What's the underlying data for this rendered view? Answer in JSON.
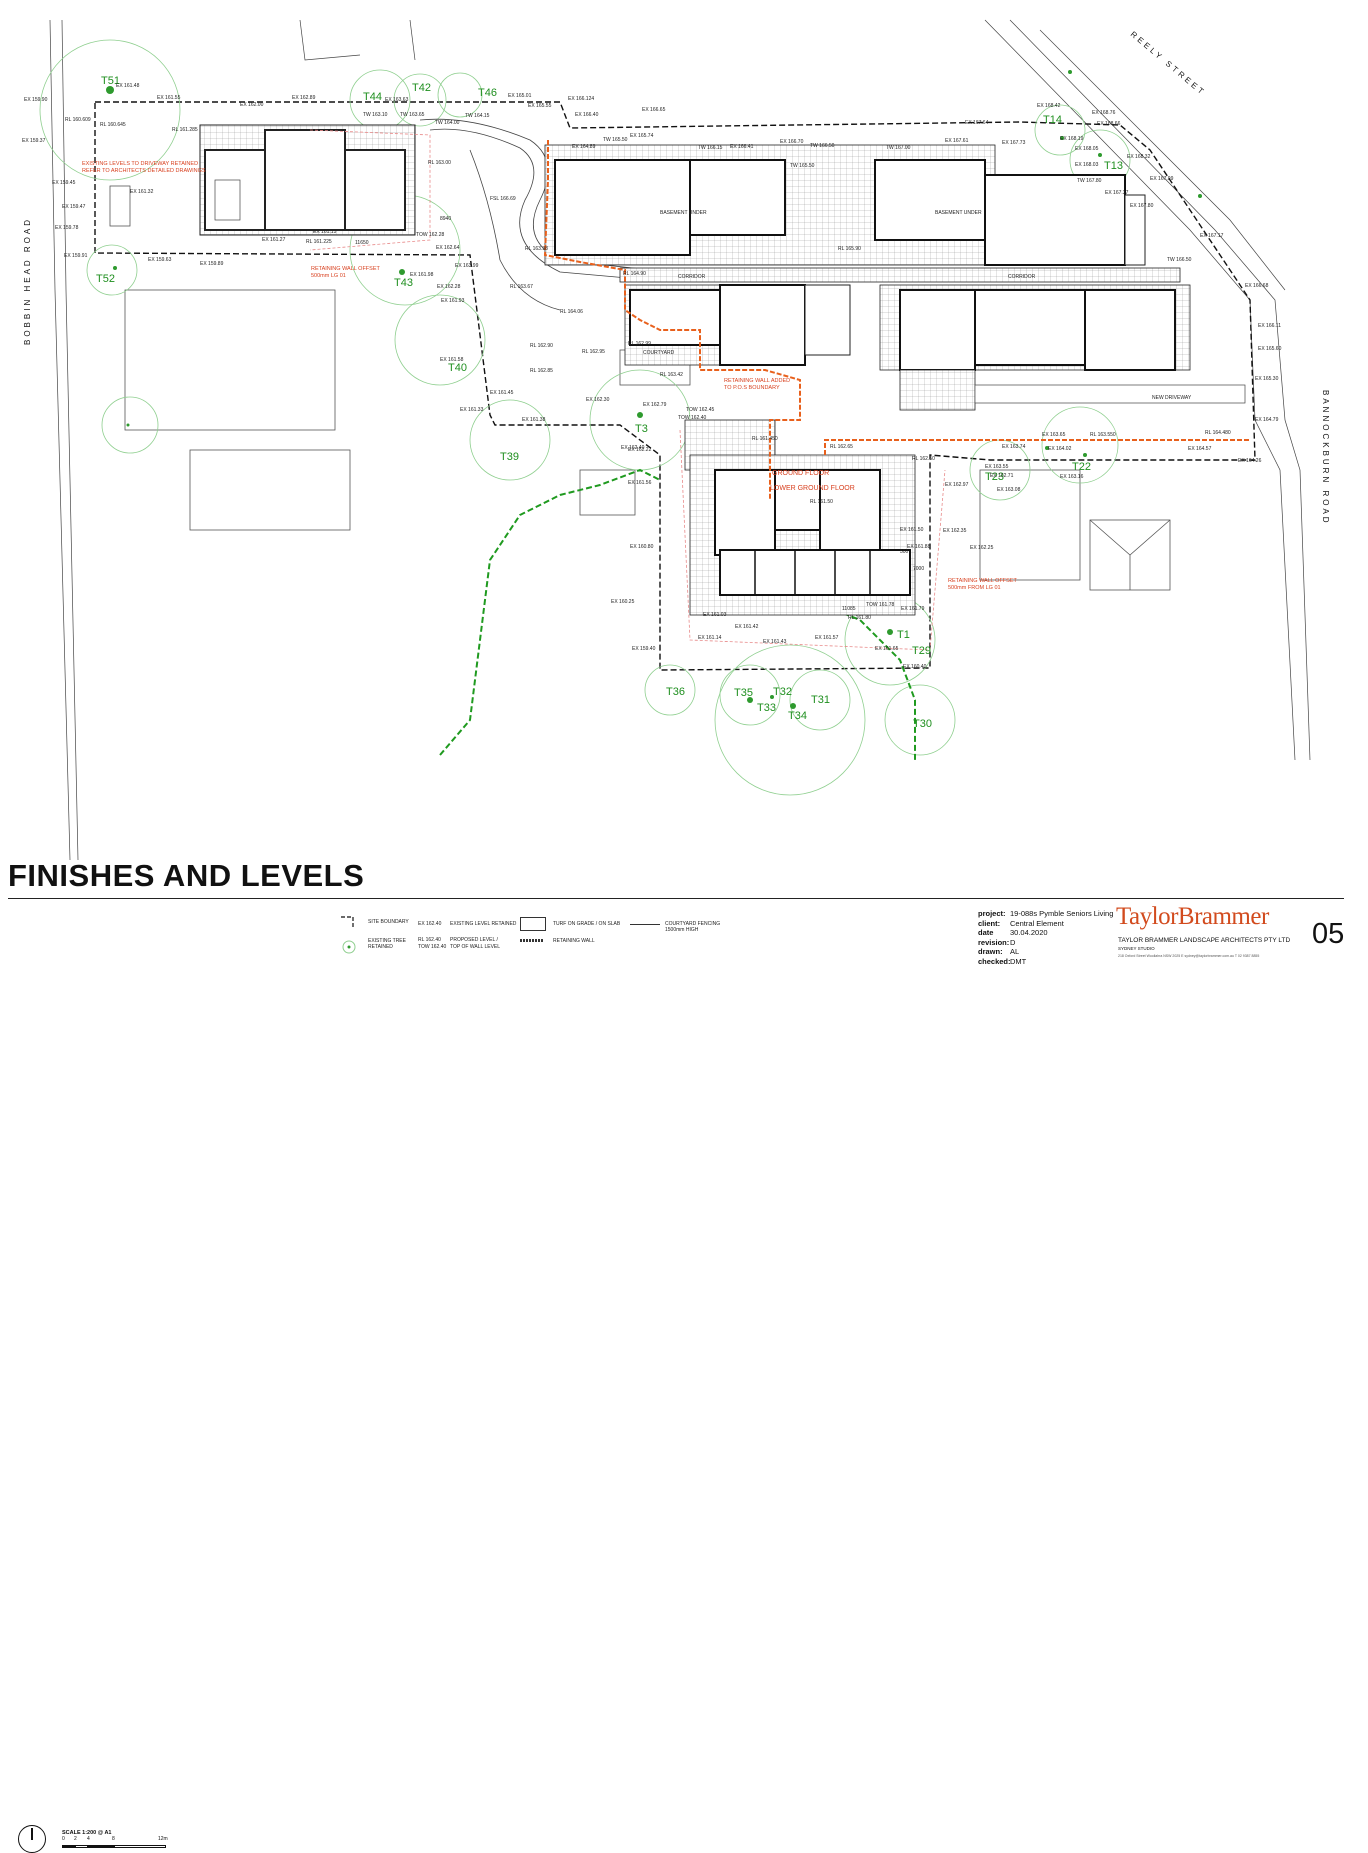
{
  "sheet_title": "FINISHES AND LEVELS",
  "streets": {
    "north_east": "REELY STREET",
    "west": "BOBBIN HEAD ROAD",
    "east": "BANNOCKBURN ROAD"
  },
  "trees": [
    "T51",
    "T44",
    "T42",
    "T46",
    "T14",
    "T13",
    "T52",
    "T43",
    "T40",
    "T3",
    "T39",
    "T23",
    "T22",
    "T1",
    "T29",
    "T36",
    "T35",
    "T32",
    "T33",
    "T34",
    "T31",
    "T30"
  ],
  "plan_notes": {
    "existing_levels": "EXISTING LEVELS TO DRIVEWAY RETAINED",
    "refer_architects": "REFER TO ARCHITECTS DETAILED DRAWINGS",
    "retaining_offset_1": "RETAINING WALL OFFSET",
    "retaining_offset_1b": "500mm LG 01",
    "retaining_added": "RETAINING WALL ADDED",
    "retaining_added_b": "TO P.O.S BOUNDARY",
    "ground_floor": "GROUND FLOOR",
    "lower_ground_floor": "LOWER GROUND FLOOR",
    "retaining_offset_2": "RETAINING WALL OFFSET",
    "retaining_offset_2b": "500mm FROM LG 01",
    "basement_under_1": "BASEMENT UNDER",
    "basement_under_2": "BASEMENT UNDER",
    "corridor_1": "CORRIDOR",
    "corridor_2": "CORRIDOR",
    "new_driveway": "NEW DRIVEWAY",
    "courtyard": "COURTYARD",
    "dim_8940": "8940",
    "dim_11650": "11650",
    "dim_11085": "11085",
    "dim_500": "500",
    "dim_7000": "7000"
  },
  "levels": {
    "a": "EX 159.90",
    "b": "EX 161.48",
    "c": "EX 161.55",
    "d": "EX 162.00",
    "e": "EX 162.89",
    "f": "EX 163.63",
    "g": "EX 165.01",
    "h": "EX 166.124",
    "i": "EX 166.40",
    "j": "EX 166.65",
    "k": "EX 168.42",
    "l": "EX 168.76",
    "m": "EX 167.64",
    "n": "EX 167.61",
    "o": "EX 167.73",
    "p": "EX 168.32",
    "q": "EX 167.99",
    "r": "EX 167.37",
    "s": "EX 167.80",
    "t": "EX 167.17",
    "u": "EX 166.68",
    "v": "EX 166.11",
    "w": "EX 165.60",
    "x": "EX 165.30",
    "y": "EX 164.79",
    "z": "EX 164.57",
    "aa": "EX 164.26",
    "ab": "EX 163.74",
    "ac": "EX 164.02",
    "ad": "EX 163.16",
    "ae": "EX 163.08",
    "af": "EX 162.97",
    "ag": "EX 162.35",
    "ah": "EX 162.25",
    "ai": "EX 161.79",
    "aj": "EX 160.40",
    "ak": "EX 161.65",
    "al": "EX 161.57",
    "am": "EX 161.43",
    "an": "EX 161.42",
    "ao": "EX 161.14",
    "ap": "EX 161.03",
    "aq": "EX 159.40",
    "ar": "EX 160.25",
    "as": "EX 160.80",
    "at": "EX 161.56",
    "au": "EX 162.40",
    "av": "EX 162.79",
    "aw": "EX 162.30",
    "ax": "EX 161.38",
    "ay": "EX 161.33",
    "az": "EX 161.45",
    "ba": "EX 161.58",
    "bb": "EX 161.93",
    "bc": "EX 162.28",
    "bd": "EX 161.98",
    "be": "EX 162.64",
    "bf": "EX 163.99",
    "bg": "EX 159.63",
    "bh": "EX 159.89",
    "bi": "EX 159.91",
    "bj": "EX 159.78",
    "bk": "EX 159.47",
    "bl": "EX 159.45",
    "bm": "EX 159.37",
    "bn": "EX 161.32",
    "bo": "EX 161.27",
    "bp": "EX 161.15",
    "bq": "RL 161.225",
    "br": "RL 161.285",
    "bs": "RL 160.645",
    "bt": "RL 160.609",
    "bu": "RL 163.00",
    "bv": "RL 162.90",
    "bw": "RL 162.85",
    "bx": "RL 162.95",
    "by": "RL 163.42",
    "bz": "RL 161.450",
    "ca": "RL 162.65",
    "cb": "RL 162.50",
    "cc": "RL 161.50",
    "cd": "RL 161.80",
    "ce": "RL 163.550",
    "cf": "RL 164.480",
    "cg": "RL 165.90",
    "ch": "RL 164.90",
    "ci": "TOW 162.45",
    "cj": "TOW 162.40",
    "ck": "TOW 161.78",
    "cl": "TW 167.00",
    "cm": "TW 166.50",
    "cn": "TW 165.50",
    "co": "TW 165.50",
    "cp": "TW 166.15",
    "cq": "TW 163.10",
    "cr": "TW 163.65",
    "cs": "TW 164.00",
    "ct": "TW 164.15",
    "cu": "TW 167.80",
    "cv": "TW 166.50",
    "cw": "TOW 162.28",
    "cx": "EX 165.74",
    "cy": "EX 164.89",
    "cz": "EX 166.41",
    "da": "EX 166.70",
    "db": "EX 165.55",
    "dc": "FSL 166.69",
    "dd": "RL 163.67",
    "de": "RL 163.38",
    "df": "RL 164.06",
    "dg": "EX 168.19",
    "dh": "EX 168.66",
    "di": "EX 168.05",
    "dj": "EX 168.03",
    "dk": "EX 161.50",
    "dl": "EX 163.55",
    "dm": "EX 163.65",
    "dn": "EX 162.71",
    "do": "RL 162.99",
    "dp": "EX 161.88",
    "dq": "EX 162.22"
  },
  "legend": {
    "site_boundary": "SITE BOUNDARY",
    "existing_tree": "EXISTING TREE",
    "existing_tree_b": "RETAINED",
    "existing_level_code": "EX 162.40",
    "existing_level": "EXISTING LEVEL RETAINED",
    "proposed_level_code": "RL 162.40",
    "proposed_level_code_b": "TOW 162.40",
    "proposed_level": "PROPOSED LEVEL /",
    "proposed_level_b": "TOP OF WALL LEVEL",
    "turf": "TURF ON GRADE / ON SLAB",
    "retaining_wall": "RETAINING WALL",
    "fencing": "COURTYARD FENCING",
    "fencing_b": "1500mm HIGH",
    "scale": "SCALE 1:200 @ A1",
    "scale_ticks": [
      "0",
      "2",
      "4",
      "8",
      "12m"
    ]
  },
  "project_info": {
    "project_k": "project:",
    "project_v": "19-088s Pymble Seniors Living",
    "client_k": "client:",
    "client_v": "Central Element",
    "date_k": "date",
    "date_v": "30.04.2020",
    "revision_k": "revision:",
    "revision_v": "D",
    "drawn_k": "drawn:",
    "drawn_v": "AL",
    "checked_k": "checked:",
    "checked_v": "DMT"
  },
  "firm": {
    "logo": "TaylorBrammer",
    "name": "TAYLOR BRAMMER LANDSCAPE ARCHITECTS PTY LTD",
    "city": "SYDNEY STUDIO",
    "small": "218 Oxford Street Woollahra NSW 2025    E sydney@taylorbrammer.com.au    T 02 9387 8855"
  },
  "sheet_number": "05",
  "colors": {
    "tree": "#2e9a2e",
    "tree_canopy": "#8fcf8f",
    "red_note": "#d8401f",
    "retaining": "#e8601c",
    "green_dash": "#1f9a1f",
    "paving": "#9a9a9a"
  }
}
